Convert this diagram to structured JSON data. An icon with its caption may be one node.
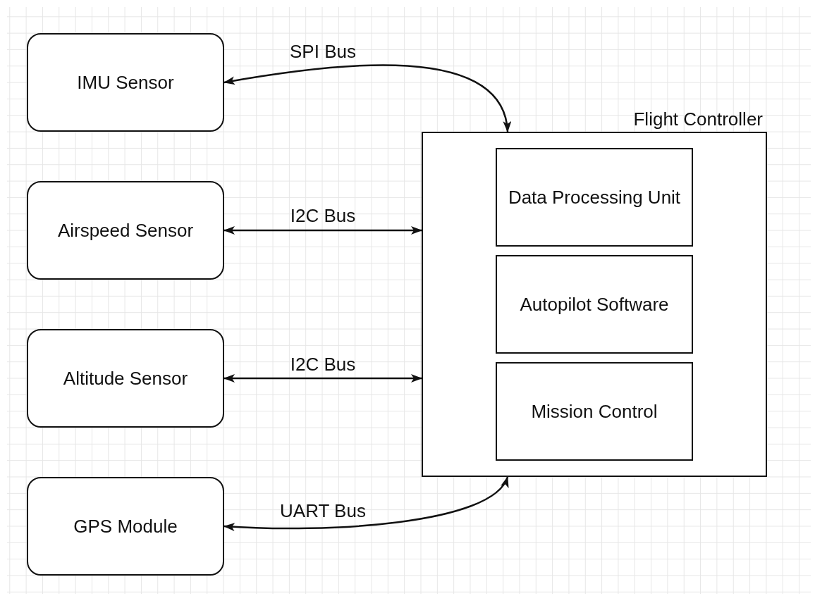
{
  "diagram": {
    "nodes": [
      {
        "text": [
          "IMU Sensor"
        ]
      },
      {
        "text": [
          "Airspeed Sensor"
        ]
      },
      {
        "text": [
          "Altitude Sensor"
        ]
      },
      {
        "text": [
          "GPS Module"
        ]
      },
      {
        "text": [
          "Flight Controller"
        ]
      },
      {
        "text": [
          "Data Processing Unit"
        ],
        "in": 4
      },
      {
        "text": [
          "Autopilot Software"
        ],
        "in": 4
      },
      {
        "text": [
          "Mission Control"
        ],
        "in": 4
      }
    ],
    "edges": [
      {
        "from": 0,
        "to": 4,
        "arrow": "both",
        "label": "SPI Bus"
      },
      {
        "from": 1,
        "to": 4,
        "arrow": "both",
        "label": "I2C Bus"
      },
      {
        "from": 2,
        "to": 4,
        "arrow": "both",
        "label": "I2C Bus"
      },
      {
        "from": 3,
        "to": 4,
        "arrow": "both",
        "label": "UART Bus"
      }
    ]
  }
}
